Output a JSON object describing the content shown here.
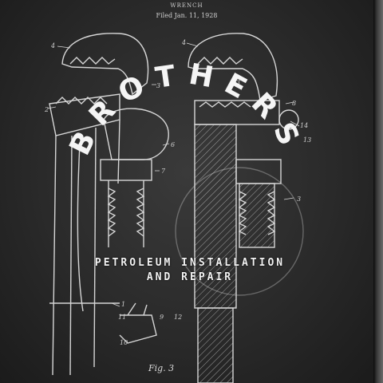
{
  "patent": {
    "name": "WRENCH",
    "filed": "Filed Jan. 11, 1928",
    "figure": "Fig. 3"
  },
  "brand": {
    "name": "BROTHERS",
    "tagline_line1": "PETROLEUM INSTALLATION",
    "tagline_line2": "AND REPAIR"
  },
  "colors": {
    "background": "#2a2a2a",
    "line": "#d6d6d6",
    "text": "#f2f2f2"
  }
}
